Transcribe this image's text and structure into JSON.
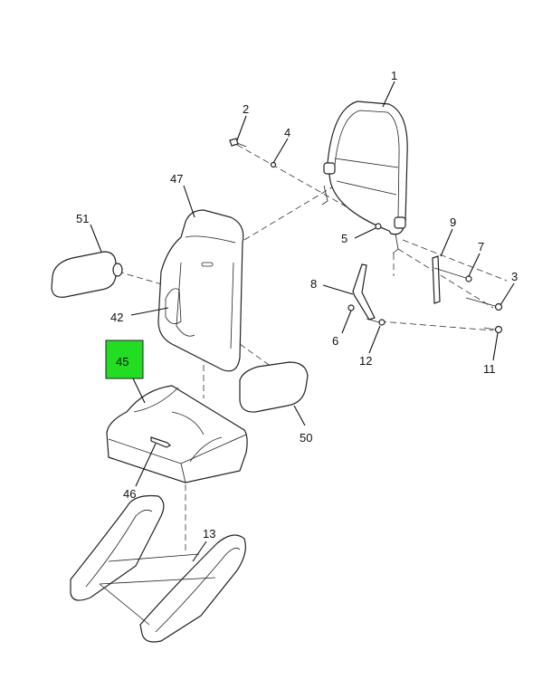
{
  "diagram": {
    "highlight_color": "#22dd22",
    "callouts": [
      {
        "id": "1",
        "label": "1",
        "part": "seat-frame-back"
      },
      {
        "id": "2",
        "label": "2",
        "part": "screw"
      },
      {
        "id": "4",
        "label": "4",
        "part": "washer"
      },
      {
        "id": "47",
        "label": "47",
        "part": "seat-back-cushion"
      },
      {
        "id": "51",
        "label": "51",
        "part": "armrest-left"
      },
      {
        "id": "9",
        "label": "9",
        "part": "bracket"
      },
      {
        "id": "5",
        "label": "5",
        "part": "nut"
      },
      {
        "id": "7",
        "label": "7",
        "part": "bolt"
      },
      {
        "id": "3",
        "label": "3",
        "part": "bolt"
      },
      {
        "id": "8",
        "label": "8",
        "part": "lever-bracket"
      },
      {
        "id": "42",
        "label": "42",
        "part": "lumbar-knob"
      },
      {
        "id": "6",
        "label": "6",
        "part": "nut"
      },
      {
        "id": "12",
        "label": "12",
        "part": "bolt"
      },
      {
        "id": "11",
        "label": "11",
        "part": "bolt"
      },
      {
        "id": "45",
        "label": "45",
        "part": "seat-cushion",
        "highlighted": true
      },
      {
        "id": "50",
        "label": "50",
        "part": "armrest-right"
      },
      {
        "id": "46",
        "label": "46",
        "part": "handle"
      },
      {
        "id": "13",
        "label": "13",
        "part": "seat-base-frame"
      }
    ]
  }
}
